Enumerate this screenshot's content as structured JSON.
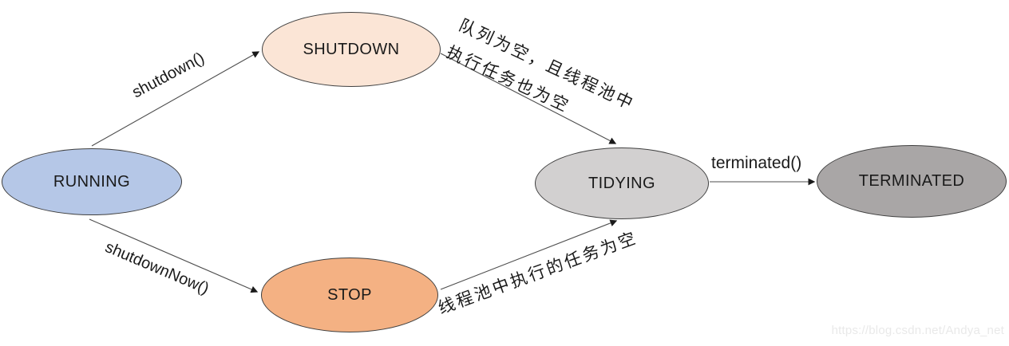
{
  "colors": {
    "running_fill": "#b5c7e7",
    "shutdown_fill": "#fbe5d6",
    "stop_fill": "#f4b183",
    "tidying_fill": "#d2d0d0",
    "terminated_fill": "#a9a6a6",
    "node_border": "#404040",
    "edge_line": "#4d4d4d",
    "arrowhead": "#1a1a1a",
    "text": "#1a1a1a",
    "watermark_text": "#e9e9e9"
  },
  "nodes": {
    "running": {
      "label": "RUNNING"
    },
    "shutdown": {
      "label": "SHUTDOWN"
    },
    "stop": {
      "label": "STOP"
    },
    "tidying": {
      "label": "TIDYING"
    },
    "terminated": {
      "label": "TERMINATED"
    }
  },
  "edges": {
    "running_to_shutdown": {
      "label": "shutdown()"
    },
    "running_to_stop": {
      "label": "shutdownNow()"
    },
    "shutdown_to_tidying": {
      "label_line1": "队列为空，且线程池中",
      "label_line2": "执行任务也为空"
    },
    "stop_to_tidying": {
      "label": "线程池中执行的任务为空"
    },
    "tidying_to_terminated": {
      "label": "terminated()"
    }
  },
  "watermark": "https://blog.csdn.net/Andya_net"
}
